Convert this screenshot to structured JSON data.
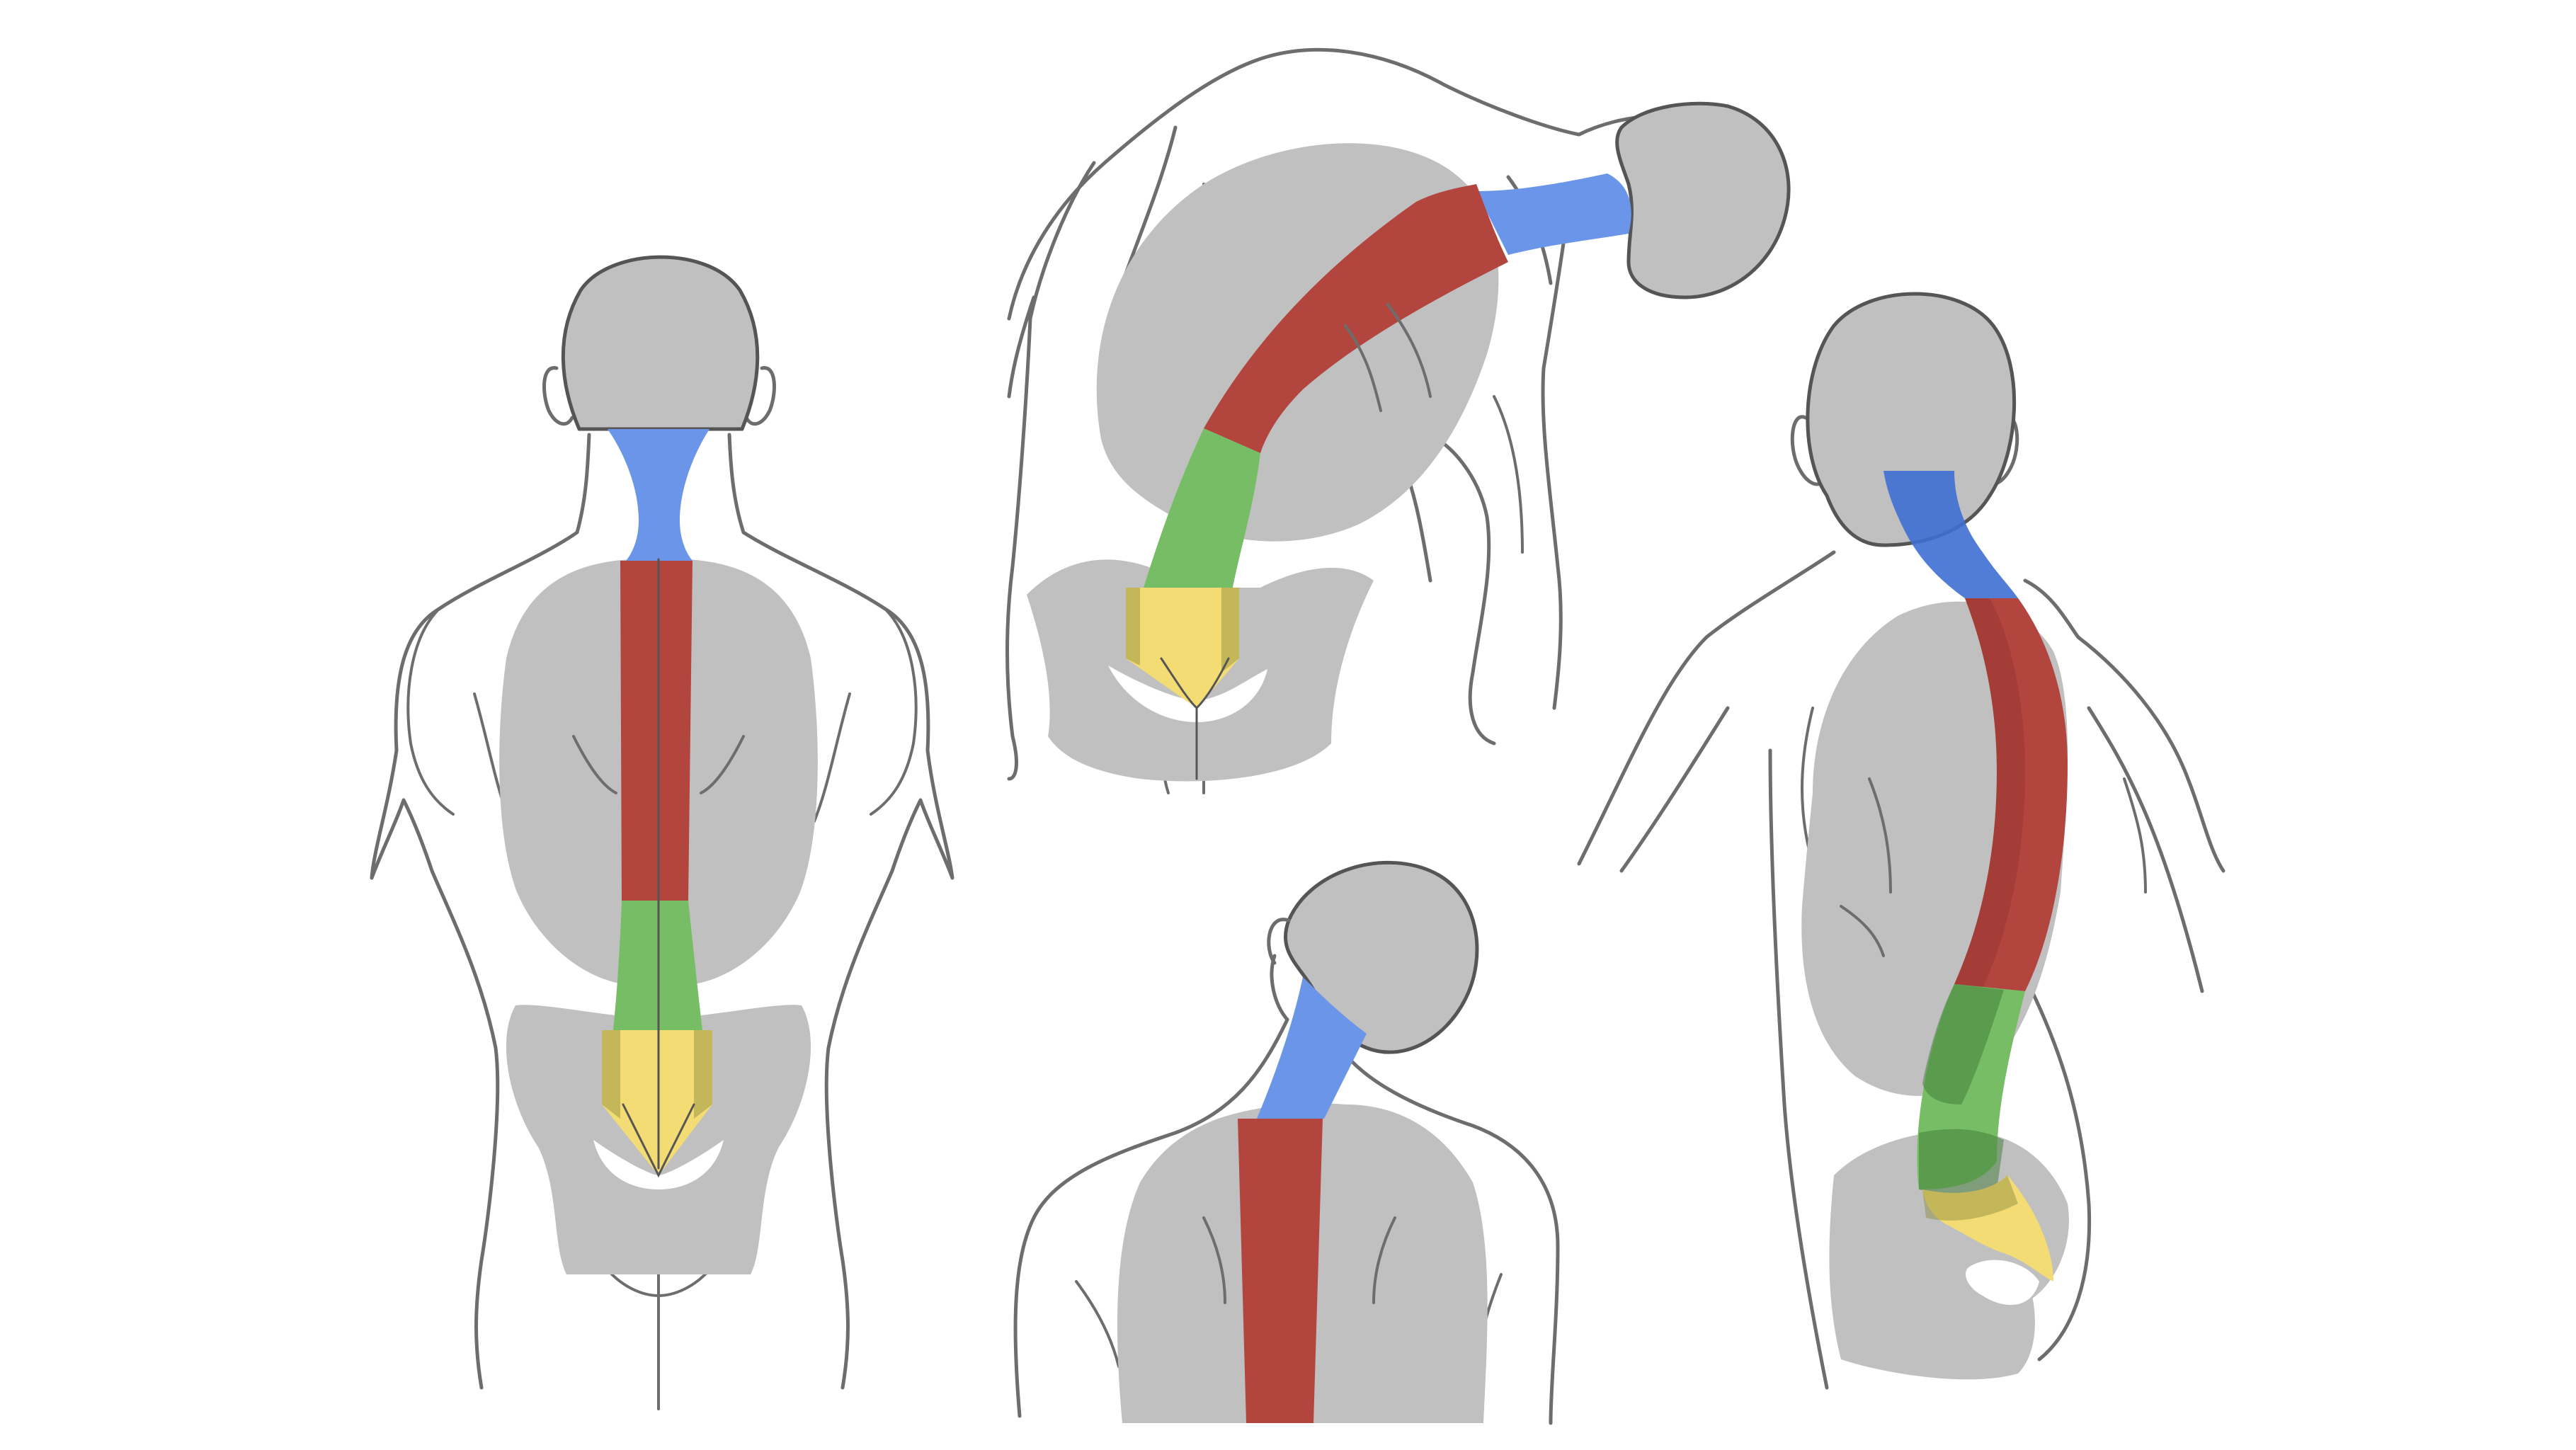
{
  "colors": {
    "background": "#ffffff",
    "outline": "#6d6d6d",
    "mass": "#c0c0c0",
    "cervical": "#6b95e8",
    "thoracic": "#b3453f",
    "lumbar": "#76bd66",
    "sacral": "#f4dc74"
  },
  "figures": [
    {
      "name": "back-view",
      "segments": [
        "cervical",
        "thoracic",
        "lumbar",
        "sacral"
      ]
    },
    {
      "name": "bent-over-view",
      "segments": [
        "cervical",
        "thoracic",
        "lumbar",
        "sacral"
      ]
    },
    {
      "name": "head-turned-view",
      "segments": [
        "cervical",
        "thoracic"
      ]
    },
    {
      "name": "three-quarter-side-view",
      "segments": [
        "cervical",
        "thoracic",
        "lumbar",
        "sacral"
      ]
    }
  ]
}
